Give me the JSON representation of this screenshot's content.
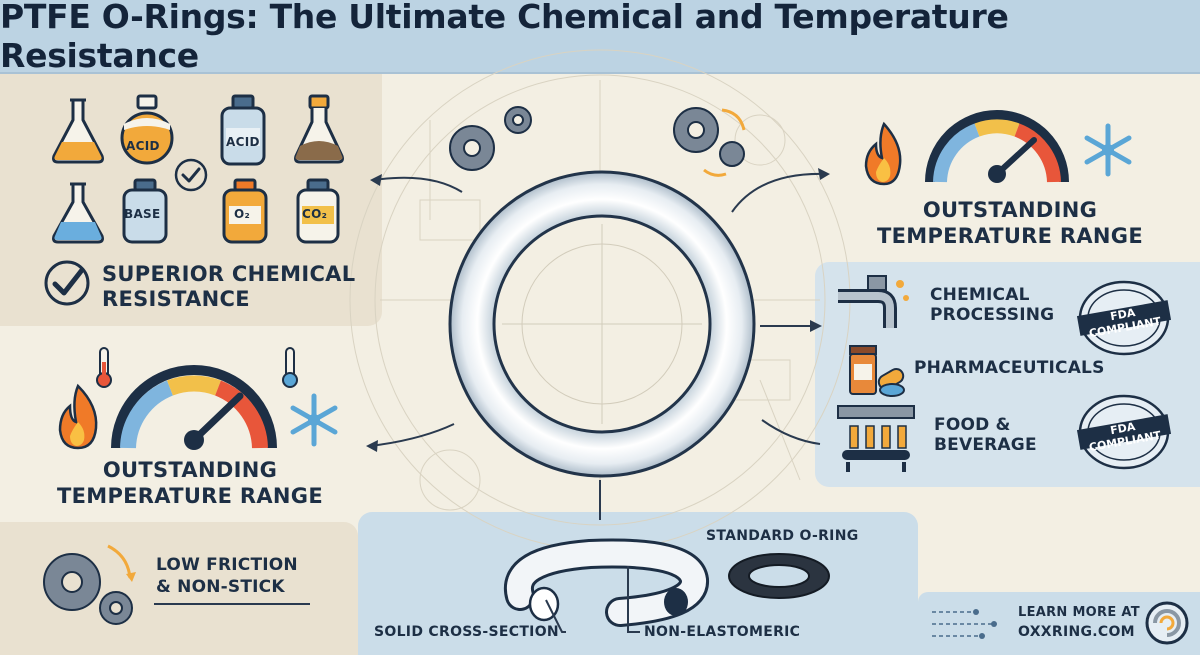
{
  "title": "PTFE O-Rings: The Ultimate Chemical and Temperature Resistance",
  "chemical": {
    "heading_line1": "SUPERIOR CHEMICAL",
    "heading_line2": "RESISTANCE",
    "bottle_labels": [
      "ACID",
      "ACID",
      "BASE",
      "O₂",
      "CO₂"
    ]
  },
  "temperature_top": {
    "line1": "OUTSTANDING",
    "line2": "TEMPERATURE RANGE"
  },
  "temperature_left": {
    "line1": "OUTSTANDING",
    "line2": "TEMPERATURE RANGE"
  },
  "low_friction": {
    "line1": "LOW FRICTION",
    "line2": "& NON-STICK"
  },
  "industries": {
    "items": [
      {
        "line1": "CHEMICAL",
        "line2": "PROCESSING"
      },
      {
        "line1": "PHARMACEUTICALS",
        "line2": ""
      },
      {
        "line1": "FOOD &",
        "line2": "BEVERAGE"
      }
    ],
    "stamp_main": "FDA COMPLIANT",
    "stamp_ring": "FDA COMPLIANT"
  },
  "cross_section": {
    "standard_label": "STANDARD O-RING",
    "solid_label": "SOLID CROSS-SECTION",
    "non_elastomeric_label": "NON-ELASTOMERIC"
  },
  "learn_more": {
    "line1": "LEARN MORE AT",
    "line2": "OXXRING.COM"
  },
  "colors": {
    "header_bg": "#bcd3e3",
    "panel_beige": "#e9e1d0",
    "panel_blue": "#d5e3ec",
    "navy": "#1d2f45",
    "flame": "#f07a28",
    "ice": "#5aa6d6"
  }
}
